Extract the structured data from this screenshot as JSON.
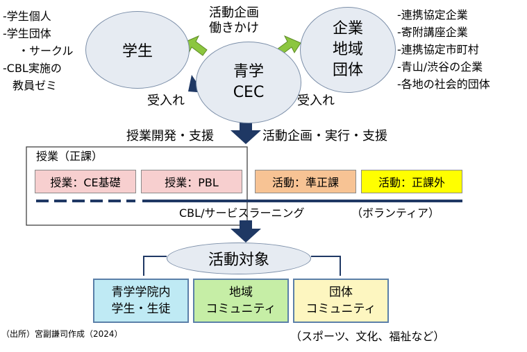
{
  "left_list": {
    "lines": [
      "-学生個人",
      "-学生団体",
      "・サークル",
      "-CBL実施の",
      "教員ゼミ"
    ]
  },
  "right_list": {
    "lines": [
      "-連携協定企業",
      "-寄附講座企業",
      "-連携協定市町村",
      "-青山/渋谷の企業",
      "-各地の社会的団体"
    ]
  },
  "nodes": {
    "students": "学生",
    "cec_line1": "青学",
    "cec_line2": "CEC",
    "org_line1": "企業",
    "org_line2": "地域",
    "org_line3": "団体",
    "target": "活動対象"
  },
  "top_label": {
    "line1": "活動企画",
    "line2": "働きかけ"
  },
  "receive_left": "受入れ",
  "receive_right": "受入れ",
  "support_left": "授業開発・支援",
  "support_right": "活動企画・実行・支援",
  "curriculum_box_label": "授業（正課）",
  "activities": [
    {
      "label": "授業：CE基礎",
      "color": "#f7cfcf"
    },
    {
      "label": "授業：PBL",
      "color": "#f7cfcf"
    },
    {
      "label": "活動：準正課",
      "color": "#f7c394"
    },
    {
      "label": "活動：正課外",
      "color": "#ffff00"
    }
  ],
  "cbl_label": "CBL/サービスラーニング",
  "volunteer_label": "（ボランティア）",
  "targets": [
    {
      "line1": "青学学院内",
      "line2": "学生・生徒",
      "color": "#bfeaf4"
    },
    {
      "line1": "地域",
      "line2": "コミュニティ",
      "color": "#c6eea6"
    },
    {
      "line1": "団体",
      "line2": "コミュニティ",
      "color": "#fdf6c0"
    }
  ],
  "source_note": "（出所）宮副謙司作成（2024）",
  "examples_note": "（スポーツ、文化、福祉など）",
  "colors": {
    "node_fill": "#e6ebf2",
    "arrow_navy": "#1f3864",
    "arrow_green": "#8cc63f",
    "box_border": "#5a7fa8",
    "line_navy": "#1f3864"
  }
}
